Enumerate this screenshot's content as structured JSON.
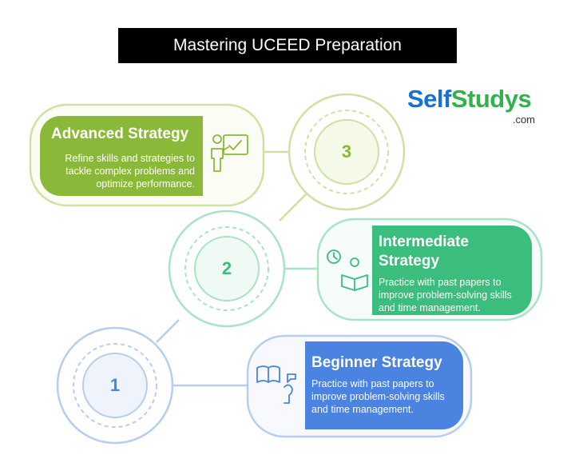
{
  "title": "Mastering UCEED Preparation",
  "logo": {
    "self": "Self",
    "studys": "Studys",
    "domain": ".com"
  },
  "colors": {
    "advanced": "#8ab839",
    "intermediate": "#3bbd7e",
    "beginner": "#4a83e0",
    "advanced_outline": "#cfe0a3",
    "intermediate_outline": "#a9e3c5",
    "beginner_outline": "#b7cdef",
    "logo_blue": "#1a6fd6",
    "logo_green": "#2fb34a"
  },
  "steps": [
    {
      "number": "3",
      "title": "Advanced Strategy",
      "description": "Refine skills and strategies to tackle complex problems and optimize performance.",
      "icon": "teacher-board-icon"
    },
    {
      "number": "2",
      "title": "Intermediate Strategy",
      "description": "Practice with past papers to improve problem-solving skills and time management.",
      "icon": "clock-reading-icon"
    },
    {
      "number": "1",
      "title": "Beginner Strategy",
      "description": "Practice with past papers to improve problem-solving skills and time management.",
      "icon": "book-thinking-icon"
    }
  ]
}
